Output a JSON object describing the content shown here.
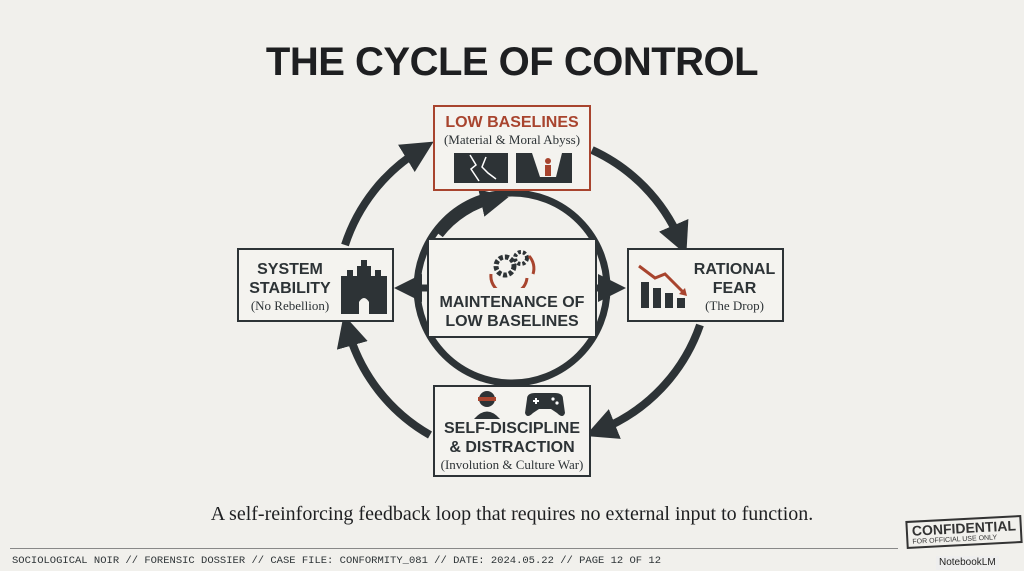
{
  "title": "THE CYCLE OF CONTROL",
  "nodes": {
    "top": {
      "title": "LOW BASELINES",
      "subtitle": "(Material & Moral Abyss)"
    },
    "right": {
      "title_1": "RATIONAL",
      "title_2": "FEAR",
      "subtitle": "(The Drop)"
    },
    "bottom": {
      "title_1": "SELF-DISCIPLINE",
      "title_2": "& DISTRACTION",
      "subtitle": "(Involution & Culture War)"
    },
    "left": {
      "title_1": "SYSTEM",
      "title_2": "STABILITY",
      "subtitle": "(No Rebellion)"
    },
    "center": {
      "title_1": "MAINTENANCE OF",
      "title_2": "LOW BASELINES"
    }
  },
  "caption": "A self-reinforcing feedback loop that requires no external input to function.",
  "footer": "SOCIOLOGICAL NOIR // FORENSIC DOSSIER // CASE FILE: CONFORMITY_081 // DATE: 2024.05.22 // PAGE 12 OF 12",
  "stamp": {
    "title": "CONFIDENTIAL",
    "sub": "FOR OFFICIAL USE ONLY"
  },
  "watermark": "NotebookLM",
  "colors": {
    "dark": "#2d3336",
    "accent": "#a8442e",
    "background": "#f1f0ec"
  }
}
